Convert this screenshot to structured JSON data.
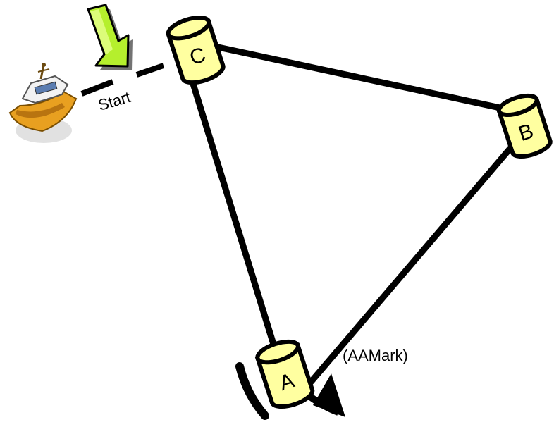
{
  "course": {
    "start_label": "Start",
    "mark_note": "(AAMark)",
    "buoys": [
      {
        "id": "A",
        "label": "A"
      },
      {
        "id": "B",
        "label": "B"
      },
      {
        "id": "C",
        "label": "C"
      }
    ],
    "legs": [
      {
        "from": "C",
        "to": "B"
      },
      {
        "from": "B",
        "to": "A"
      },
      {
        "from": "A",
        "to": "C"
      }
    ]
  },
  "colors": {
    "buoy_fill": "#ffffa0",
    "line": "#000000",
    "arrow_light": "#ccff33",
    "arrow_dark": "#66aa00",
    "boat_hull": "#e8a020",
    "boat_cabin": "#f2f2f2"
  }
}
